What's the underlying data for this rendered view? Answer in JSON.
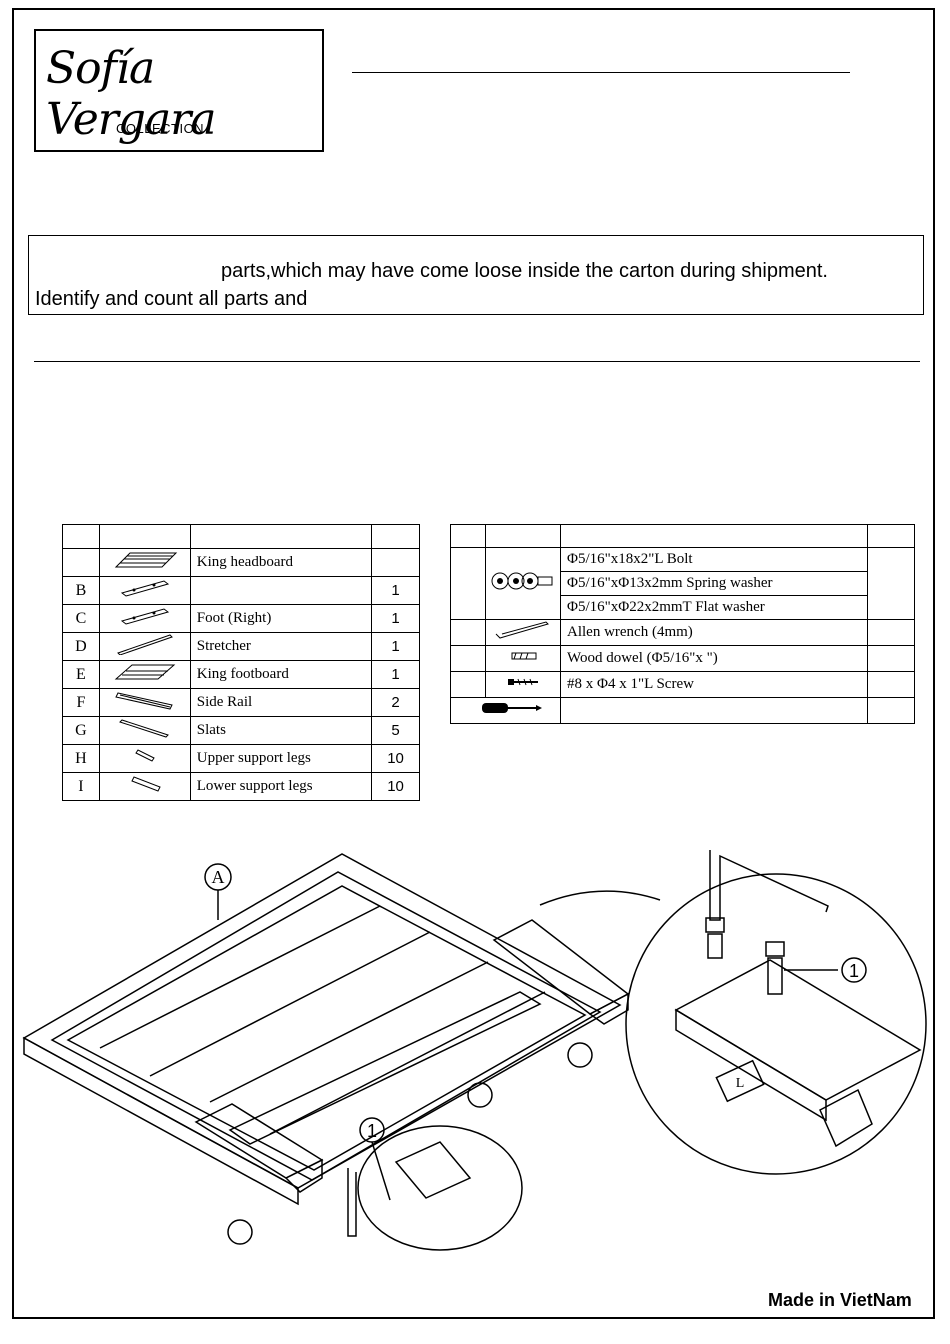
{
  "brand": {
    "script": "Sofía Vergara",
    "sub": "COLLECTION"
  },
  "notice": {
    "line1": "parts,which may have come loose inside the carton during shipment.",
    "line2": "Identify and count all parts and"
  },
  "parts_table": {
    "rows": [
      {
        "letter": "",
        "desc": "King headboard",
        "qty": ""
      },
      {
        "letter": "B",
        "desc": "",
        "qty": "1"
      },
      {
        "letter": "C",
        "desc": "Foot (Right)",
        "qty": "1"
      },
      {
        "letter": "D",
        "desc": "Stretcher",
        "qty": "1"
      },
      {
        "letter": "E",
        "desc": "King footboard",
        "qty": "1"
      },
      {
        "letter": "F",
        "desc": "Side Rail",
        "qty": "2"
      },
      {
        "letter": "G",
        "desc": "Slats",
        "qty": "5"
      },
      {
        "letter": "H",
        "desc": "Upper support legs",
        "qty": "10"
      },
      {
        "letter": "I",
        "desc": "Lower support legs",
        "qty": "10"
      }
    ]
  },
  "hardware_table": {
    "rows": [
      {
        "desc": "Φ5/16\"x18x2\"L Bolt"
      },
      {
        "desc": "Φ5/16\"xΦ13x2mm Spring washer"
      },
      {
        "desc": "Φ5/16\"xΦ22x2mmT Flat washer"
      },
      {
        "desc": "Allen wrench (4mm)"
      },
      {
        "desc": "Wood dowel (Φ5/16\"x         \")"
      },
      {
        "desc": "#8 x Φ4 x 1\"L Screw"
      },
      {
        "desc": ""
      }
    ]
  },
  "diagram": {
    "label_a": "A",
    "callout_1a": "1",
    "callout_1b": "1",
    "plate_label": "L"
  },
  "footer": {
    "made_in": "Made in VietNam"
  }
}
